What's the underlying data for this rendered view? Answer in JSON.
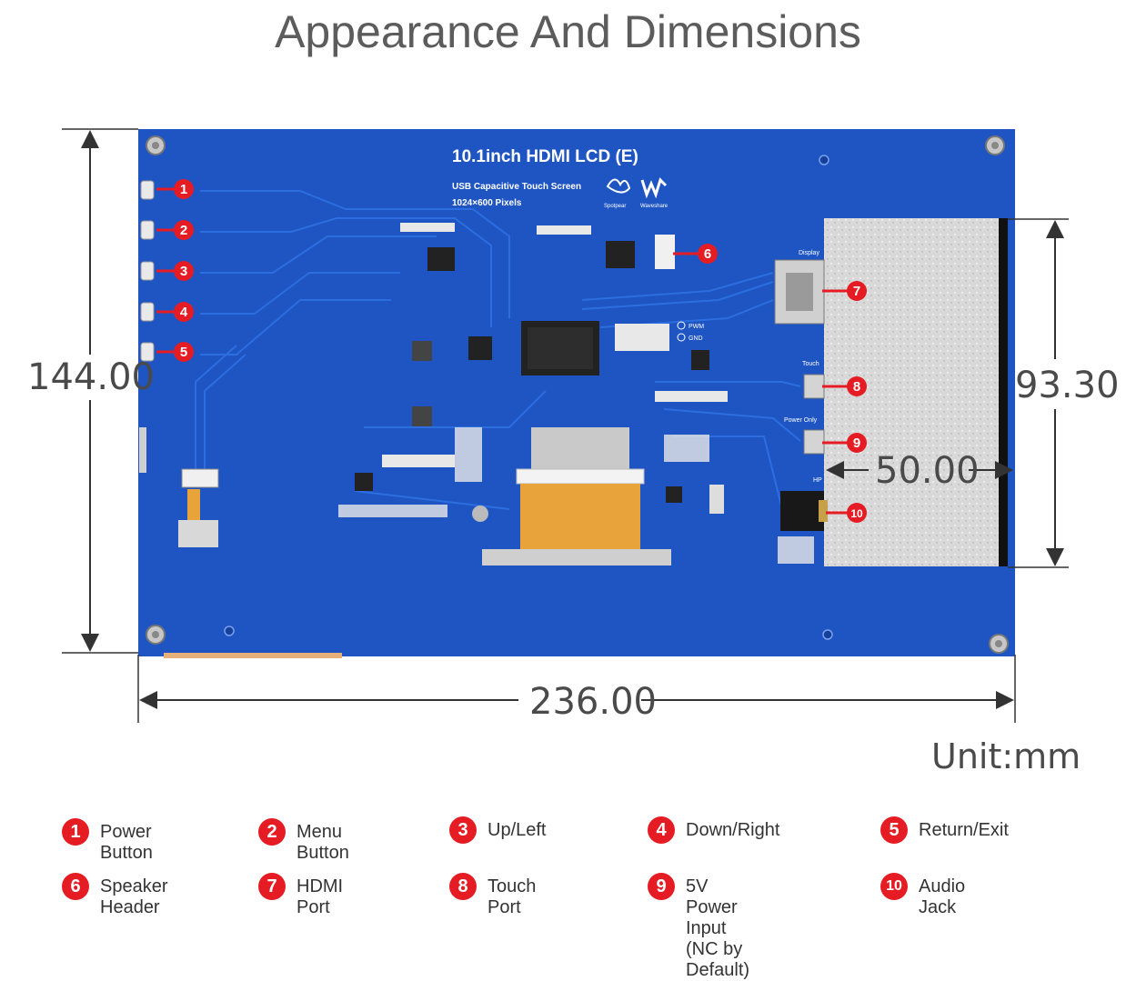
{
  "title": "Appearance And Dimensions",
  "board": {
    "name": "10.1inch HDMI LCD (E)",
    "subtitle": "USB Capacitive Touch Screen",
    "resolution": "1024×600 Pixels",
    "logos": [
      "Spotpear",
      "Waveshare"
    ],
    "silkscreen": {
      "display": "Display",
      "touch": "Touch",
      "power_only": "Power Only",
      "hp": "HP",
      "pwm": "PWM",
      "gnd": "GND"
    },
    "colors": {
      "pcb": "#1e55c2",
      "pcb_dark": "#1a47a8",
      "trace": "#2c6ee0",
      "marker": "#e51c23",
      "screen": "#d8d8d8",
      "ribbon": "#e8a33a"
    }
  },
  "dimensions": {
    "height": "144.00",
    "width": "236.00",
    "screen_height": "93.30",
    "screen_width": "50.00",
    "unit": "Unit:mm"
  },
  "callouts": [
    "1",
    "2",
    "3",
    "4",
    "5",
    "6",
    "7",
    "8",
    "9",
    "10"
  ],
  "legend": [
    {
      "num": "1",
      "label": "Power Button"
    },
    {
      "num": "2",
      "label": "Menu Button"
    },
    {
      "num": "3",
      "label": "Up/Left"
    },
    {
      "num": "4",
      "label": "Down/Right"
    },
    {
      "num": "5",
      "label": "Return/Exit"
    },
    {
      "num": "6",
      "label": "Speaker Header"
    },
    {
      "num": "7",
      "label": "HDMI Port"
    },
    {
      "num": "8",
      "label": "Touch Port"
    },
    {
      "num": "9",
      "label": "5V Power Input\n(NC by Default)"
    },
    {
      "num": "10",
      "label": "Audio Jack"
    }
  ]
}
